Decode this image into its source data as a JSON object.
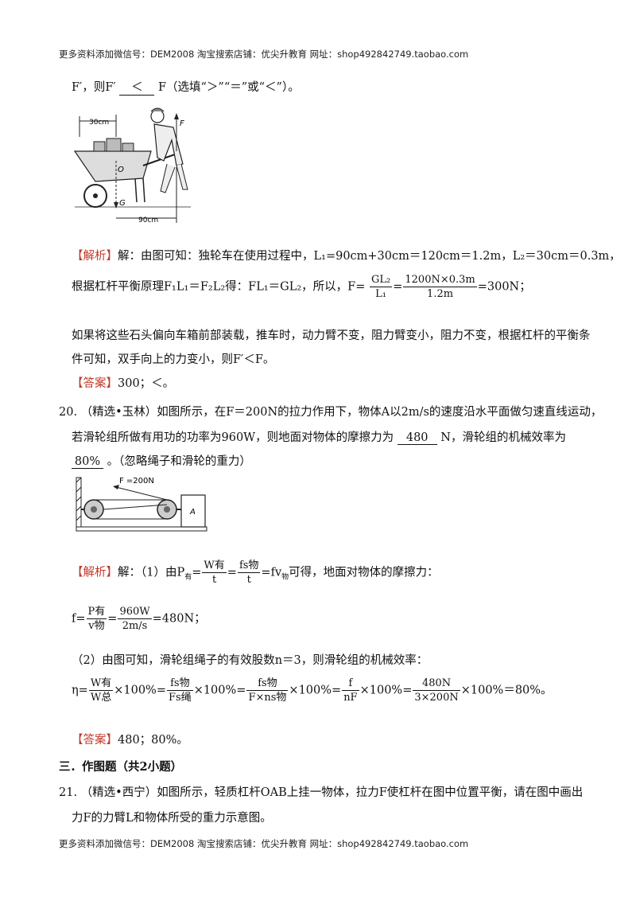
{
  "header": "更多资料添加微信号：DEM2008    淘宝搜索店铺：优尖升教育  网址：shop492842749.taobao.com",
  "footer": "更多资料添加微信号：DEM2008    淘宝搜索店铺：优尖升教育  网址：shop492842749.taobao.com",
  "q19": {
    "line1_pre": "F′，则F′",
    "line1_blank": "＜",
    "line1_post": "F（选填“＞”“＝”或“＜”）。",
    "fig_dim_top": "30cm",
    "fig_dim_bottom": "90cm",
    "fig_label_F": "F",
    "fig_label_O": "O",
    "fig_label_G": "G",
    "analysis_tag": "【解析】",
    "analysis_line1": "解：由图可知：独轮车在使用过程中，L₁=90cm+30cm＝120cm＝1.2m，L₂＝30cm＝0.3m，",
    "analysis_line2_pre": "根据杠杆平衡原理F₁L₁＝F₂L₂得：FL₁＝GL₂，所以，F=",
    "frac1_num": "GL₂",
    "frac1_den": "L₁",
    "eq": "=",
    "frac2_num": "1200N×0.3m",
    "frac2_den": "1.2m",
    "analysis_line2_post": "=300N；",
    "analysis_line3": "如果将这些石头偏向车箱前部装载，推车时，动力臂不变，阻力臂变小，阻力不变，根据杠杆的平衡条",
    "analysis_line4": "件可知，双手向上的力变小，则F′＜F。",
    "answer_tag": "【答案】",
    "answer": "300；＜。"
  },
  "q20": {
    "line1": "20.  （精选•玉林）如图所示，在F＝200N的拉力作用下，物体A以2m/s的速度沿水平面做匀速直线运动，",
    "line2_pre": "若滑轮组所做有用功的功率为960W，则地面对物体的摩擦力为",
    "blank1": "480",
    "line2_post": "N，滑轮组的机械效率为",
    "blank2": "80%",
    "line3_post": "。（忽略绳子和滑轮的重力）",
    "fig_label_F": "F =200N",
    "fig_label_A": "A",
    "analysis_tag": "【解析】",
    "analysis_line1_pre": "解：（1）由P",
    "sub_you": "有",
    "fracA_num": "W有",
    "fracA_den": "t",
    "fracB_num": "fs物",
    "fracB_den": "t",
    "analysis_line1_post": "=fv",
    "sub_wu": "物",
    "analysis_line1_tail": "可得，地面对物体的摩擦力：",
    "f_pre": "f=",
    "fracC_num": "P有",
    "fracC_den": "v物",
    "fracD_num": "960W",
    "fracD_den": "2m/s",
    "f_post": "=480N；",
    "part2": "（2）由图可知，滑轮组绳子的有效股数n＝3，则滑轮组的机械效率：",
    "eta_pre": "η=",
    "fracE_num": "W有",
    "fracE_den": "W总",
    "pct": "×100%=",
    "fracF_num": "fs物",
    "fracF_den": "Fs绳",
    "fracG_num": "fs物",
    "fracG_den": "F×ns物",
    "fracH_num": "f",
    "fracH_den": "nF",
    "fracI_num": "480N",
    "fracI_den": "3×200N",
    "eta_post": "×100%＝80%。",
    "answer_tag": "【答案】",
    "answer": "480；80%。"
  },
  "section3": "三．作图题（共2小题）",
  "q21": {
    "line1": "21.  （精选•西宁）如图所示，轻质杠杆OAB上挂一物体，拉力F使杠杆在图中位置平衡，请在图中画出",
    "line2": "力F的力臂L和物体所受的重力示意图。"
  }
}
